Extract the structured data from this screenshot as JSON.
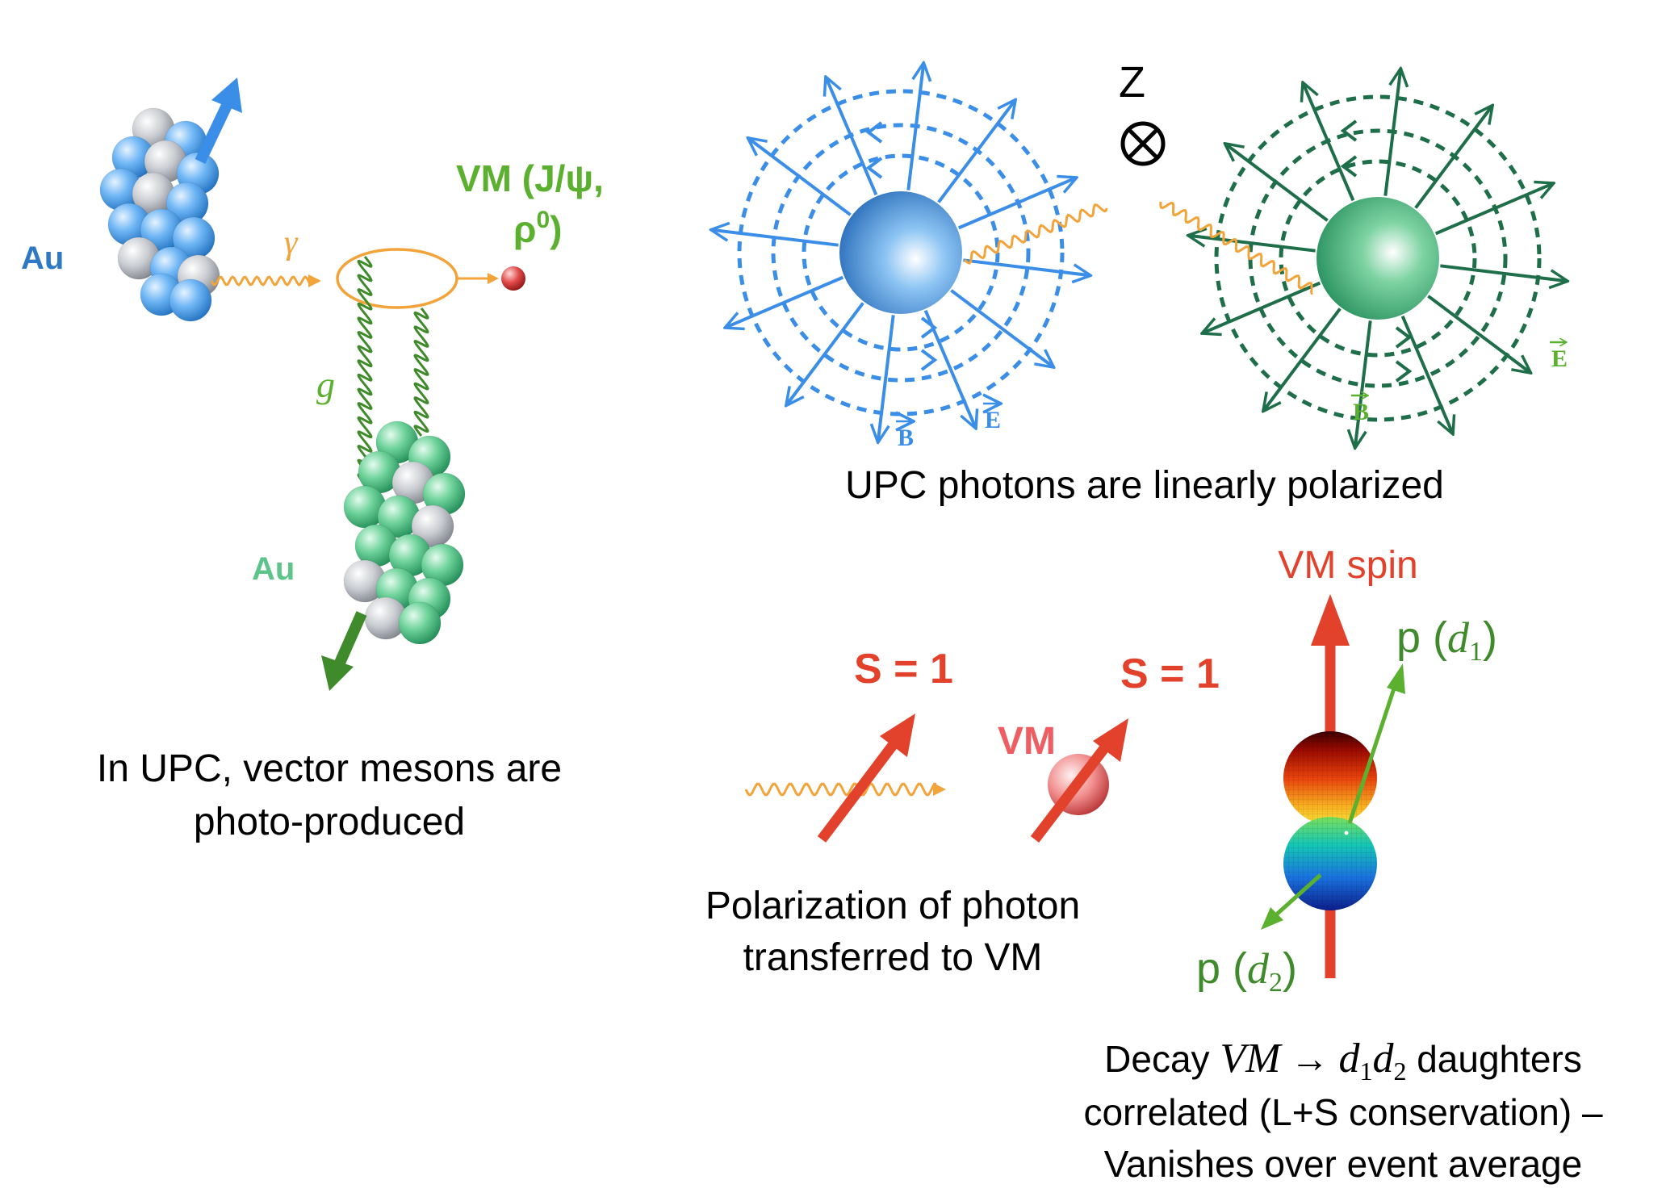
{
  "left_panel": {
    "au_top": "Au",
    "au_bottom": "Au",
    "gamma": "γ",
    "gluon": "g",
    "vm_line1": "VM (J/ψ,",
    "vm_line2": "ρ",
    "vm_line2_sup": "0",
    "vm_line2_end": ")",
    "caption_line1": "In UPC, vector mesons are",
    "caption_line2": "photo-produced"
  },
  "top_right_panel": {
    "z_label": "Z",
    "b_label_blue": "B",
    "e_label_blue": "E",
    "e_label_green": "E",
    "b_label_green": "B",
    "caption": "UPC photons are linearly polarized"
  },
  "bottom_middle_panel": {
    "s1_left": "S = 1",
    "s1_right": "S = 1",
    "vm_label": "VM",
    "caption_line1": "Polarization of photon",
    "caption_line2": "transferred to VM"
  },
  "bottom_right_panel": {
    "spin_label": "VM spin",
    "p_top": "p",
    "d_top": "d",
    "d_top_sub": "1",
    "p_bottom": "p",
    "d_bottom": "d",
    "d_bottom_sub": "2",
    "caption_line1_a": "Decay ",
    "caption_line1_math": "VM",
    "caption_line1_arrow": " → ",
    "caption_line1_d1": "d",
    "caption_line1_d1_sub": "1",
    "caption_line1_d2": "d",
    "caption_line1_d2_sub": "2",
    "caption_line1_b": " daughters",
    "caption_line2": "correlated (L+S conservation) –",
    "caption_line3": "Vanishes over event average"
  },
  "colors": {
    "blue": "#2f7fd6",
    "blue_arrow": "#3b8ee8",
    "green_dark": "#1e6e4a",
    "green_light": "#5bb12f",
    "orange": "#f2a33a",
    "red": "#e2422b"
  }
}
